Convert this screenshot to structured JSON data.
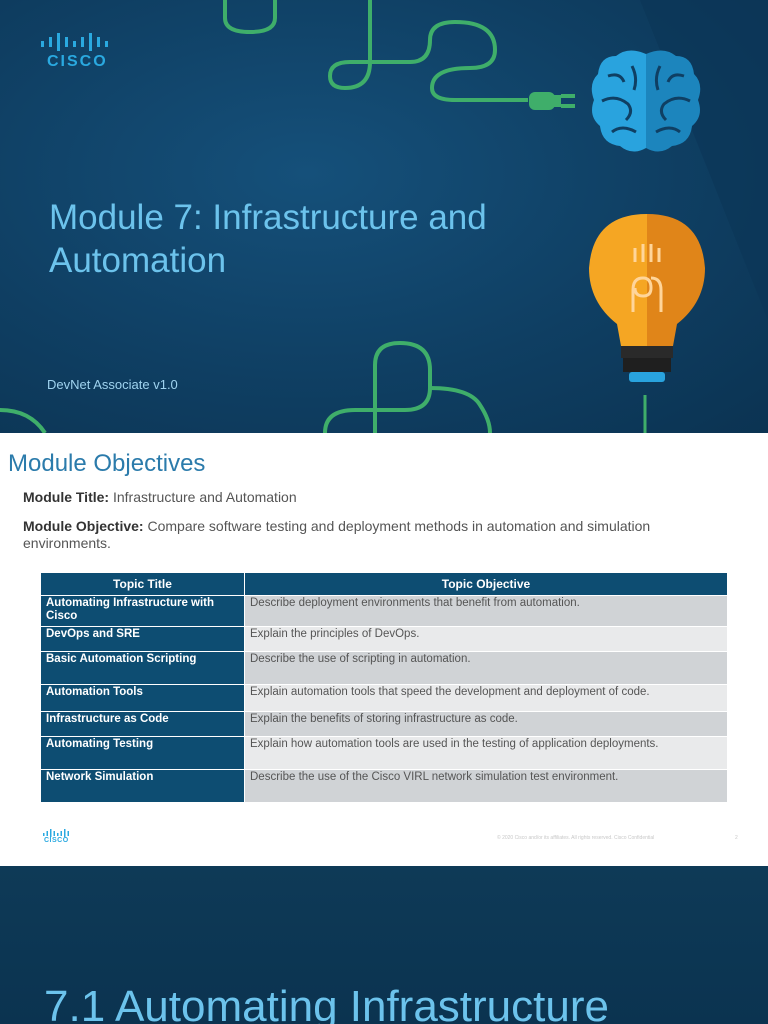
{
  "slide1": {
    "logo_text": "CISCO",
    "title": "Module 7: Infrastructure and Automation",
    "subtitle": "DevNet Associate v1.0"
  },
  "slide2": {
    "heading": "Module Objectives",
    "module_title_label": "Module Title:",
    "module_title_value": " Infrastructure and Automation",
    "module_objective_label": "Module Objective:",
    "module_objective_value": " Compare software testing and deployment methods in automation and simulation environments.",
    "table": {
      "headers": [
        "Topic Title",
        "Topic Objective"
      ],
      "rows": [
        {
          "topic": "Automating Infrastructure with Cisco",
          "objective": "Describe deployment environments that benefit from automation."
        },
        {
          "topic": "DevOps and SRE",
          "objective": "Explain the principles of DevOps."
        },
        {
          "topic": "Basic Automation Scripting",
          "objective": "Describe the use of scripting in automation."
        },
        {
          "topic": "Automation Tools",
          "objective": "Explain automation tools that speed the development and deployment of code."
        },
        {
          "topic": "Infrastructure as Code",
          "objective": "Explain the benefits of storing infrastructure as code."
        },
        {
          "topic": "Automating Testing",
          "objective": "Explain how automation tools are used in the testing of application deployments."
        },
        {
          "topic": "Network Simulation",
          "objective": "Describe the use of the Cisco VIRL network simulation test environment."
        }
      ]
    },
    "footer_logo_text": "CISCO",
    "copyright": "© 2020 Cisco and/or its affiliates. All rights reserved.   Cisco Confidential",
    "page_number": "2"
  },
  "slide3": {
    "title": "7.1 Automating Infrastructure"
  },
  "colors": {
    "navy": "#0d4d72",
    "slide_bg": "#0f3f63",
    "accent_blue": "#6cc3ec",
    "heading_blue": "#2b7bab",
    "circuit_green": "#3fae6a",
    "bulb_orange": "#f29a1f",
    "brain_blue": "#29a3de"
  },
  "icons": [
    "cisco-logo",
    "brain-icon",
    "plug-icon",
    "lightbulb-icon"
  ]
}
